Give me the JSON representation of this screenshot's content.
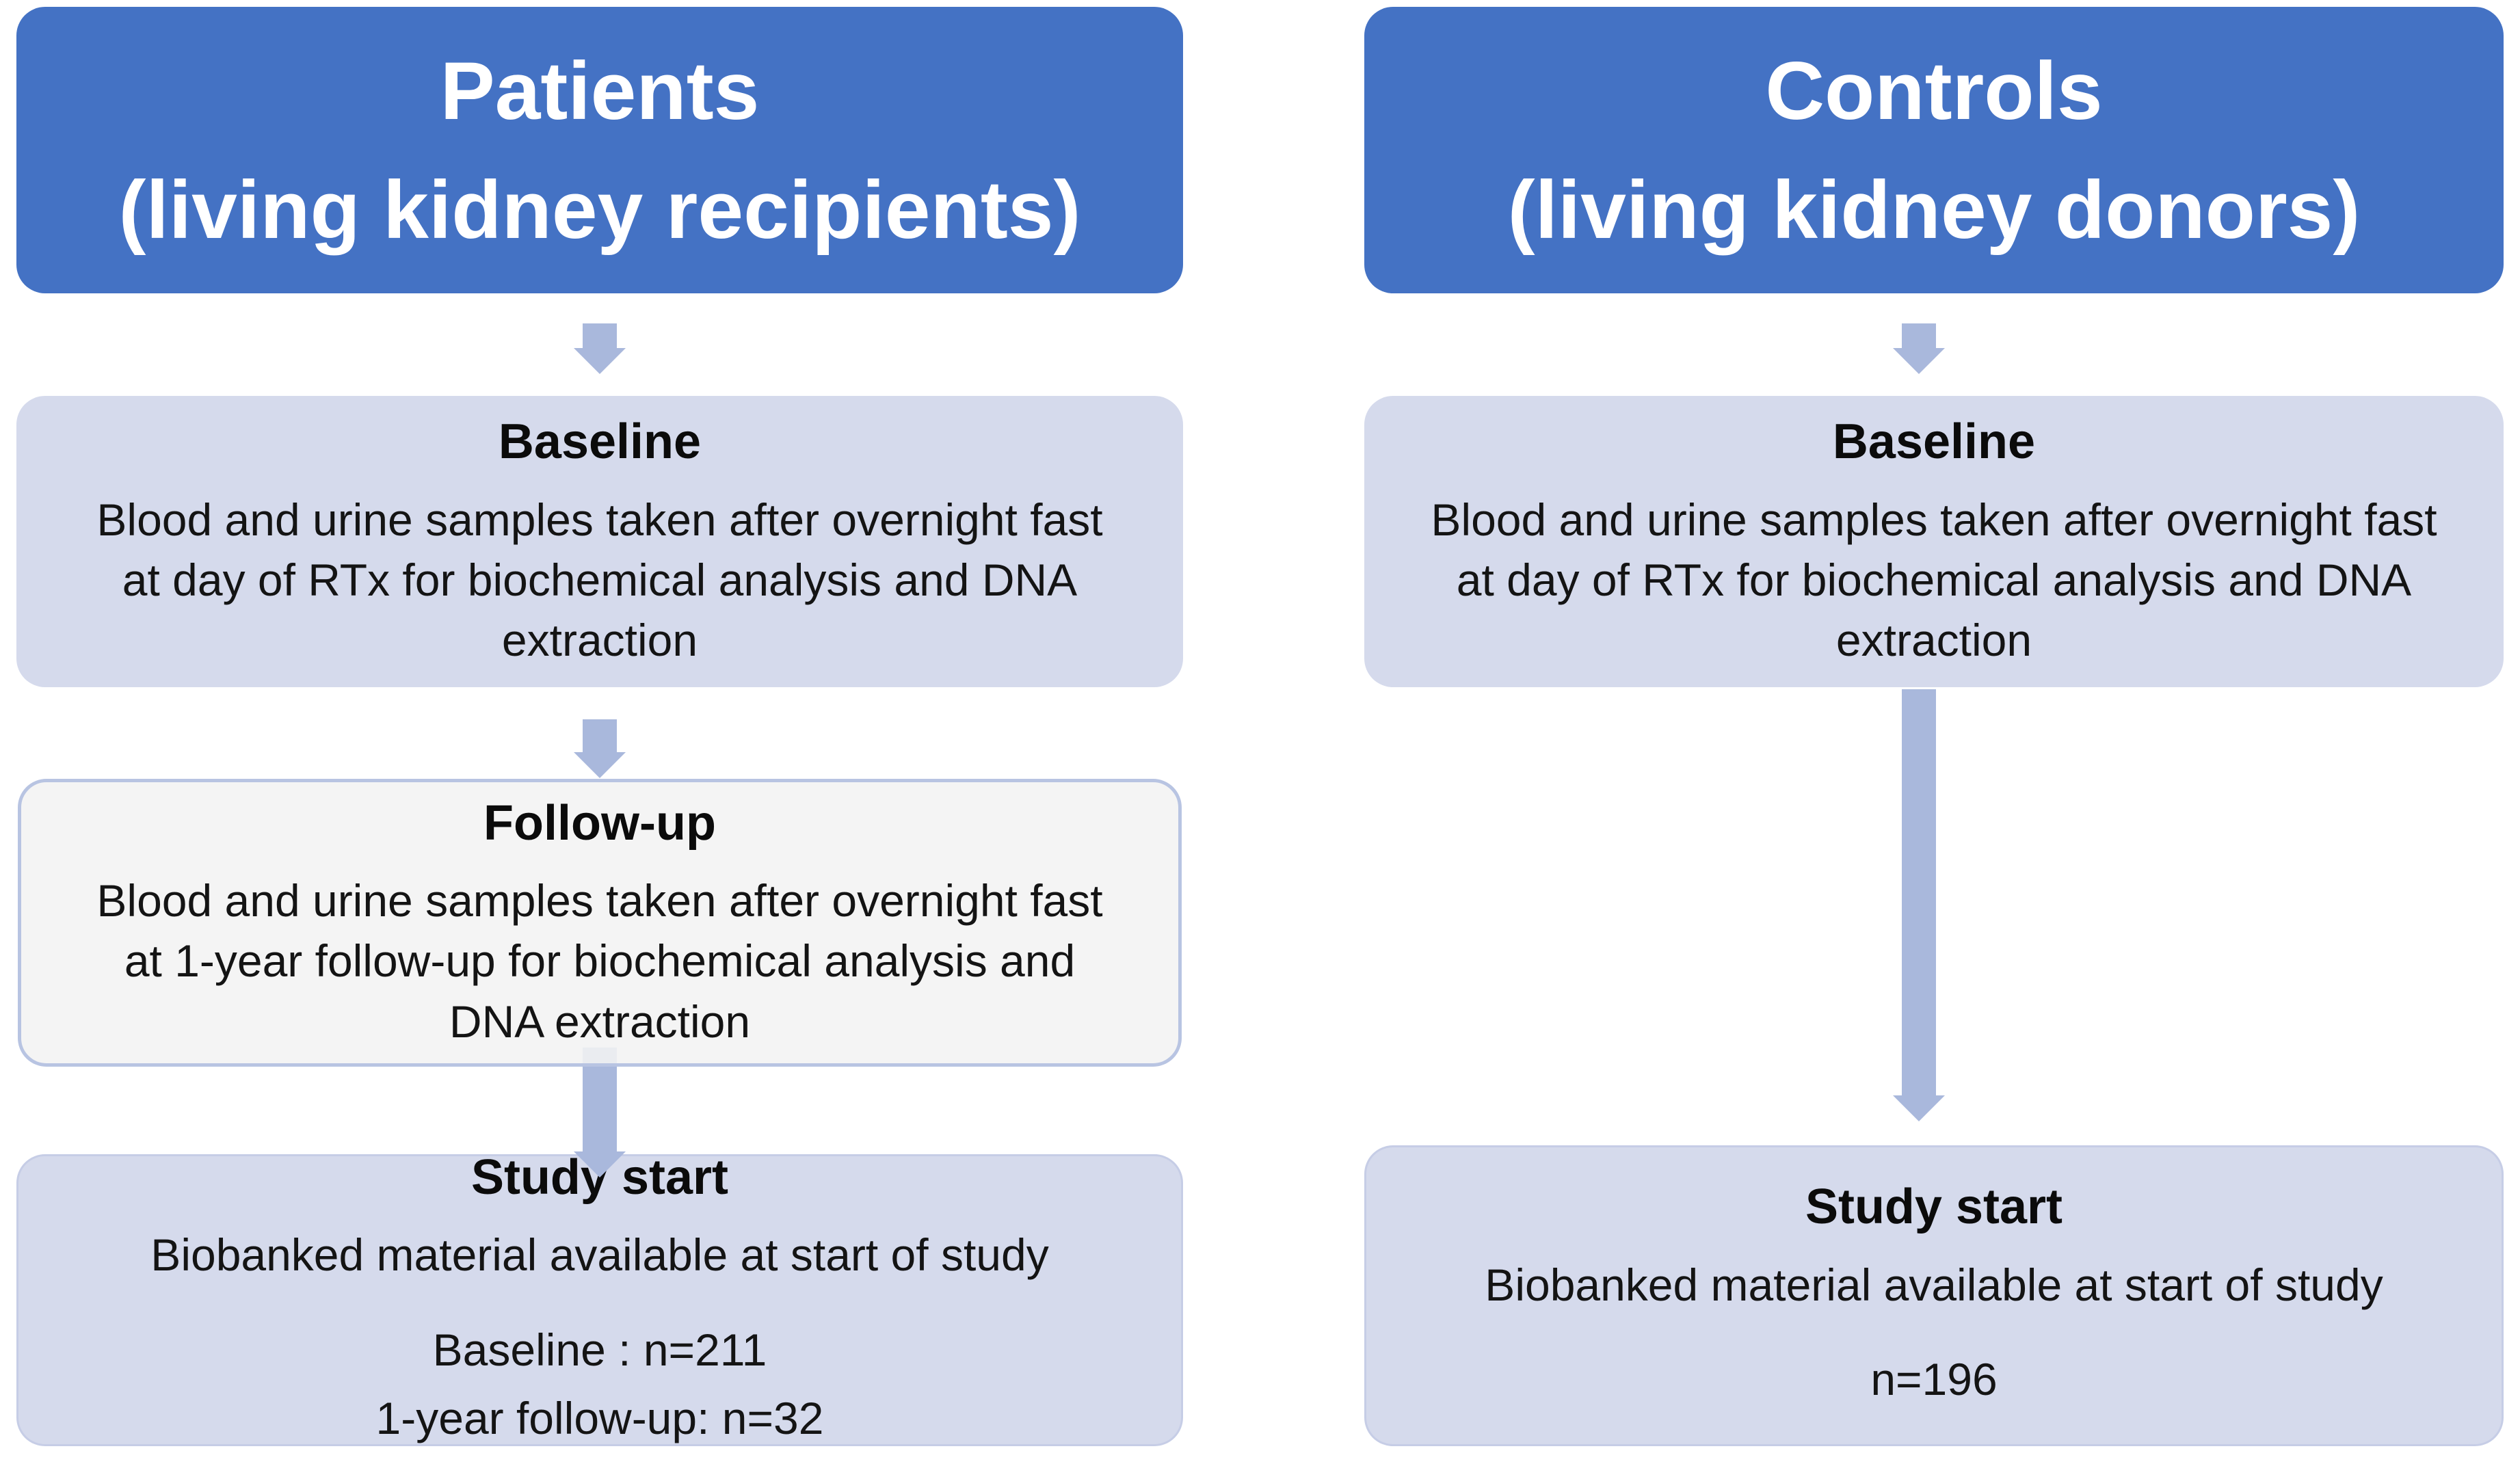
{
  "palette": {
    "header_fill": "#4472C4",
    "header_text": "#FFFFFF",
    "stage_box_fill": "#D5DAEC",
    "followup_box_fill": "#F2F2F2",
    "followup_box_border": "#B8C4E2",
    "study_box_border": "#C6CDE6",
    "arrow": "#A9B8DC",
    "body_text": "#141414",
    "background": "#FFFFFF"
  },
  "columns": [
    {
      "id": "patients",
      "header": {
        "title": "Patients",
        "subtitle": "(living kidney recipients)"
      },
      "baseline": {
        "title": "Baseline",
        "lines": [
          "Blood and urine samples taken after overnight fast",
          "at day of RTx for biochemical analysis and DNA",
          "extraction"
        ]
      },
      "followup": {
        "title": "Follow-up",
        "lines": [
          "Blood and urine samples taken after overnight fast",
          "at 1-year follow-up for biochemical analysis and",
          "DNA extraction"
        ]
      },
      "study_start": {
        "title": "Study start",
        "body": "Biobanked material available at start of study",
        "counts": [
          "Baseline : n=211",
          "1-year follow-up: n=32"
        ]
      }
    },
    {
      "id": "controls",
      "header": {
        "title": "Controls",
        "subtitle": "(living kidney donors)"
      },
      "baseline": {
        "title": "Baseline",
        "lines": [
          "Blood and urine samples taken after overnight fast",
          "at day of RTx for biochemical analysis and DNA",
          "extraction"
        ]
      },
      "study_start": {
        "title": "Study start",
        "body": "Biobanked material available at start of study",
        "counts": [
          "n=196"
        ]
      }
    }
  ]
}
